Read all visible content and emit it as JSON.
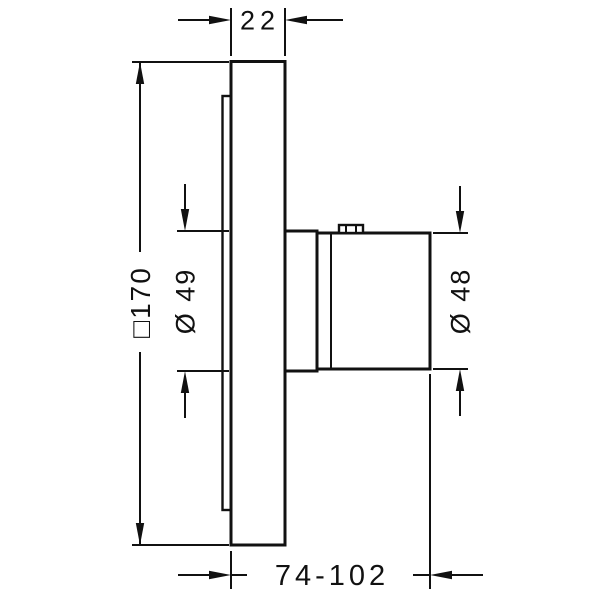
{
  "canvas": {
    "background": "#ffffff"
  },
  "drawing": {
    "line_color": "#111111",
    "labels": {
      "plate_thickness": "22",
      "plate_square_size": "□170",
      "sleeve_diameter": "Ø 49",
      "handle_diameter": "Ø 48",
      "depth_range": "74-102"
    }
  }
}
